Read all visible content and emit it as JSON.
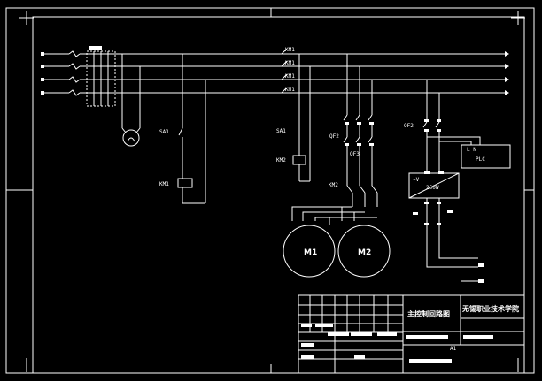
{
  "diagram": {
    "labels": {
      "km1_top_1": "KM1",
      "km1_top_2": "KM1",
      "km1_top_3": "KM1",
      "km1_top_4": "KM1",
      "sa1_left": "SA1",
      "km1_coil_left": "KM1",
      "sa1_right": "SA1",
      "km2_coil_right": "KM2",
      "qf2": "QF2",
      "qf3": "QF3",
      "qf2_right": "QF2",
      "km2_contacts": "KM2",
      "plc": "PLC",
      "plc_terminals": "L   N",
      "psu": "250W",
      "psu_v": "~V",
      "m1": "M1",
      "m2": "M2"
    },
    "title_block": {
      "drawing_title": "主控制回路图",
      "school": "无锡职业技术学院",
      "sheet": "A1"
    }
  }
}
